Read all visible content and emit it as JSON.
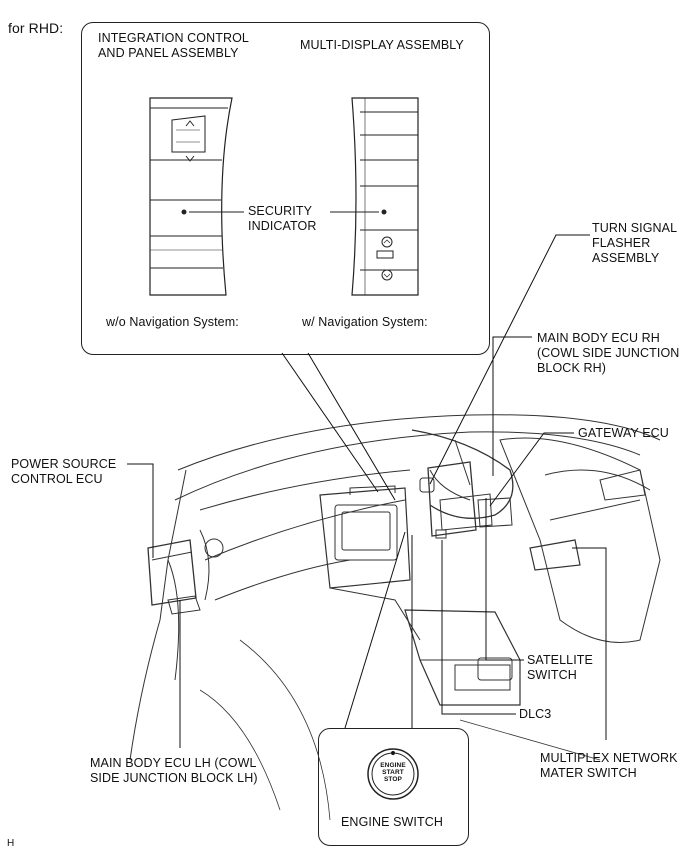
{
  "header": {
    "rhd_label": "for RHD:"
  },
  "inset": {
    "left_title": "INTEGRATION CONTROL\nAND PANEL ASSEMBLY",
    "right_title": "MULTI-DISPLAY ASSEMBLY",
    "security_indicator": "SECURITY\nINDICATOR",
    "left_caption": "w/o Navigation System:",
    "right_caption": "w/ Navigation System:"
  },
  "callouts": {
    "turn_signal": "TURN SIGNAL\nFLASHER\nASSEMBLY",
    "main_body_ecu_rh": "MAIN BODY ECU RH\n(COWL SIDE JUNCTION\nBLOCK RH)",
    "gateway_ecu": "GATEWAY ECU",
    "power_source": "POWER SOURCE\nCONTROL ECU",
    "satellite_switch": "SATELLITE\nSWITCH",
    "dlc3": "DLC3",
    "multiplex": "MULTIPLEX NETWORK\nMATER SWITCH",
    "main_body_ecu_lh": "MAIN BODY ECU LH (COWL\nSIDE JUNCTION BLOCK LH)"
  },
  "engine_switch": {
    "caption": "ENGINE SWITCH",
    "button_text": "ENGINE\nSTART\nSTOP"
  },
  "footer": {
    "code": "H"
  }
}
